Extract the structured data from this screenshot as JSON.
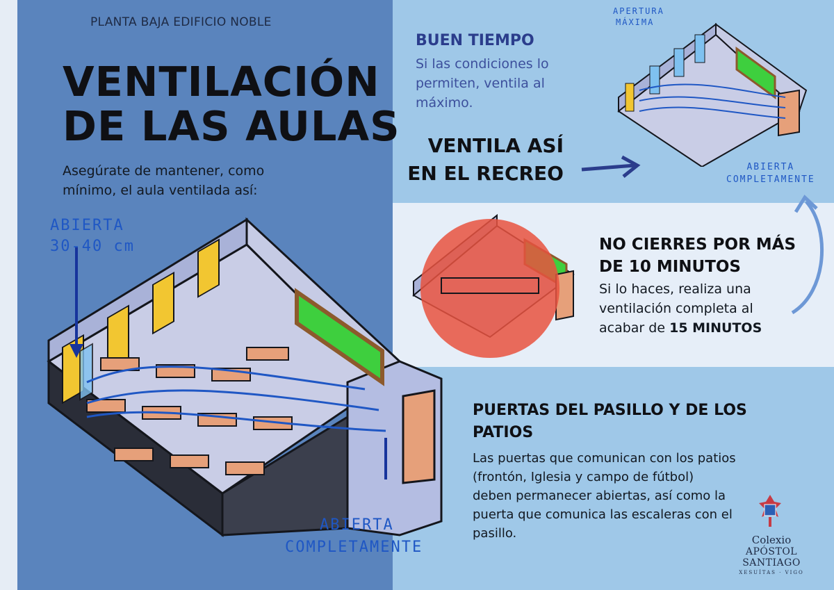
{
  "header": {
    "subtitle": "PLANTA BAJA EDIFICIO NOBLE",
    "title_line1": "VENTILACIÓN",
    "title_line2": "DE LAS AULAS",
    "intro": "Asegúrate de mantener, como mínimo, el aula ventilada así:"
  },
  "main_illustration": {
    "window_note_line1": "ABIERTA",
    "window_note_line2": "30-40 cm",
    "door_note_line1": "ABIERTA",
    "door_note_line2": "COMPLETAMENTE"
  },
  "good_weather": {
    "heading": "BUEN TIEMPO",
    "text": "Si las condiciones lo permiten, ventila al máximo.",
    "recess_line1": "VENTILA ASÍ",
    "recess_line2": "EN EL RECREO",
    "window_note_line1": "APERTURA",
    "window_note_line2": "MÁXIMA",
    "door_note_line1": "ABIERTA",
    "door_note_line2": "COMPLETAMENTE"
  },
  "no_close": {
    "heading_line1": "NO CIERRES POR MÁS",
    "heading_line2": "DE 10 MINUTOS",
    "text": "Si lo haces, realiza una ventilación completa al acabar de",
    "emphasis": "15 MINUTOS"
  },
  "doors": {
    "heading": "PUERTAS DEL PASILLO Y DE LOS PATIOS",
    "text": "Las puertas que comunican con los patios (frontón, Iglesia y campo de fútbol) deben permanecer abiertas, así como la puerta que comunica las escaleras con el pasillo."
  },
  "logo": {
    "line1": "Colexio",
    "line2": "APÓSTOL SANTIAGO",
    "line3": "XESUÍTAS · VIGO"
  },
  "colors": {
    "left_panel": "#5a84bd",
    "right_panel": "#9fc8e8",
    "mid_panel": "#e6eef8",
    "chalkboard": "#3ecf3e",
    "desk": "#e6a07a",
    "window_frame": "#f2c631",
    "arrow": "#1f57c4"
  }
}
